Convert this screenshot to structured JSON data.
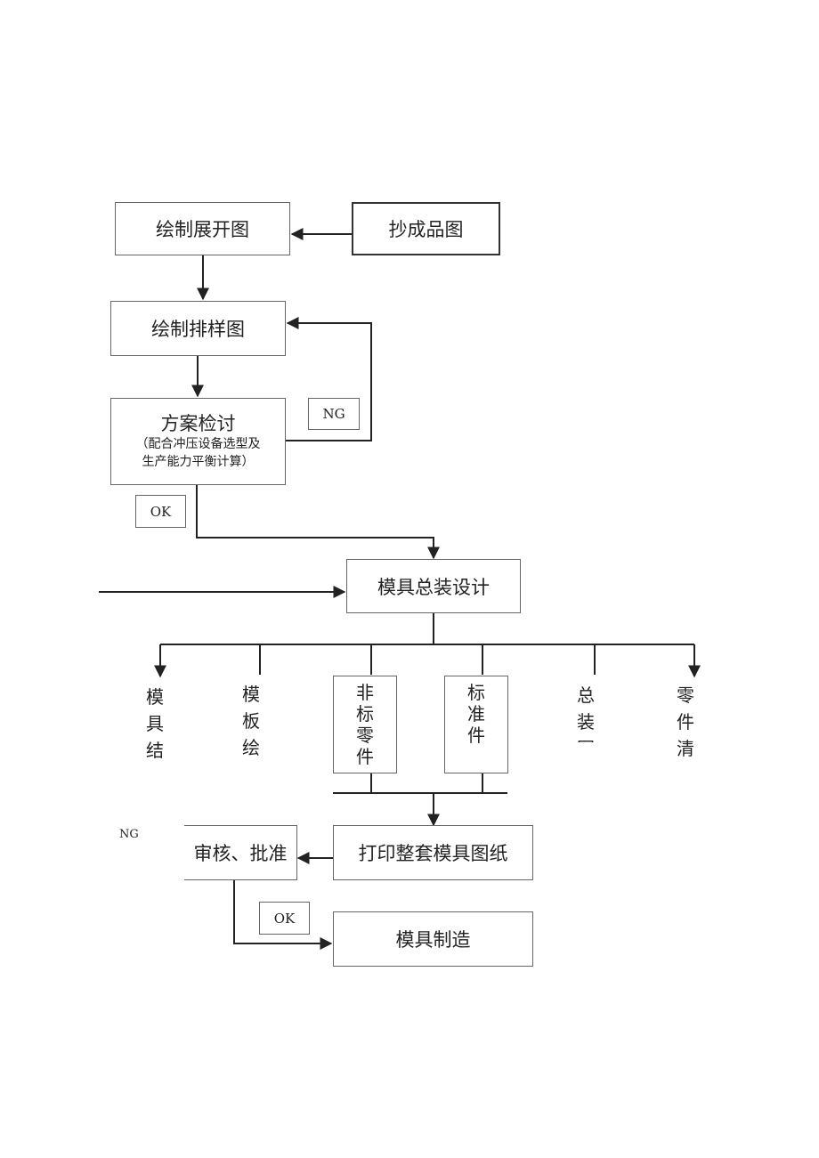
{
  "nodes": {
    "draw_unfold": "绘制展开图",
    "copy_product": "抄成品图",
    "draw_layout": "绘制排样图",
    "scheme_review_title": "方案检讨",
    "scheme_review_sub1": "（配合冲压设备选型及",
    "scheme_review_sub2": "生产能力平衡计算）",
    "die_assembly": "模具总装设计",
    "print_drawings": "打印整套模具图纸",
    "review_approve": "审核、批准",
    "die_manufacture": "模具制造"
  },
  "branches": {
    "die_structure": "模具结构",
    "template_draw": "模板绘制",
    "nonstandard_parts": "非标零件",
    "standard_parts": "标准件",
    "assembly_drawing": "总装图",
    "parts_list": "零件清单"
  },
  "tags": {
    "ng_top": "NG",
    "ok_top": "OK",
    "ng_bottom": "NG",
    "ok_bottom": "OK"
  }
}
